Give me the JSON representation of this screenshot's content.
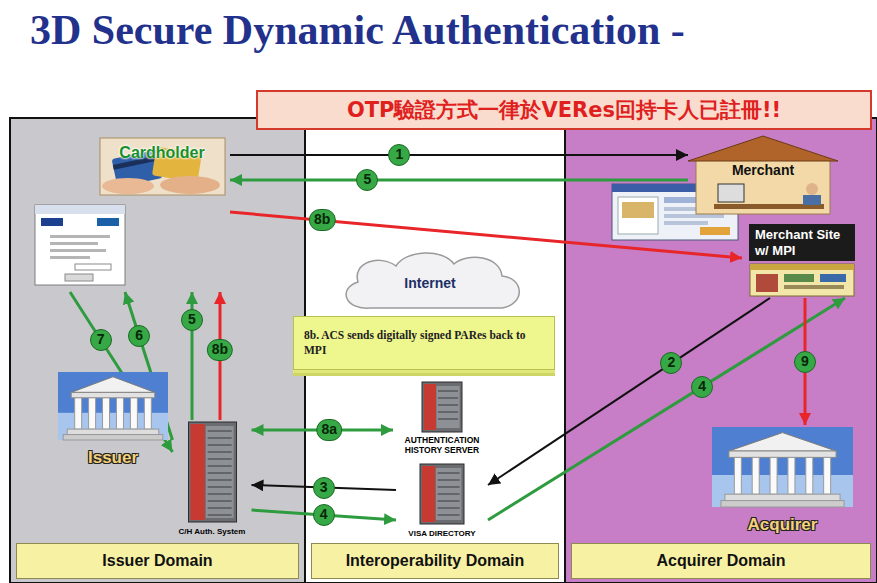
{
  "diagram": {
    "title": "3D Secure Dynamic Authentication -",
    "nodes": [
      {
        "text": [
          "OTP驗證方式一律於VERes回持卡人已註冊!!"
        ]
      },
      {
        "text": [
          "Issuer Domain"
        ]
      },
      {
        "text": [
          "Interoperability Domain"
        ]
      },
      {
        "text": [
          "Acquirer Domain"
        ]
      },
      {
        "text": [
          "Cardholder"
        ],
        "in": 1
      },
      {
        "text": [
          "Issuer"
        ],
        "in": 1
      },
      {
        "text": [
          "C/H Auth. System"
        ],
        "in": 1
      },
      {
        "text": [
          "Internet"
        ],
        "in": 2
      },
      {
        "text": [
          "8b. ACS sends digitally signed PARes back to MPI"
        ]
      },
      {
        "text": [
          "AUTHENTICATION HISTORY SERVER"
        ],
        "in": 2
      },
      {
        "text": [
          "VISA DIRECTORY"
        ],
        "in": 2
      },
      {
        "text": [
          "Merchant"
        ],
        "in": 3
      },
      {
        "text": [
          "Merchant Site w/ MPI"
        ],
        "in": 3
      },
      {
        "text": [
          "Acquirer"
        ],
        "in": 3
      }
    ],
    "edges": [
      {
        "from": 4,
        "to": 11,
        "label": "1",
        "arrow": "to"
      },
      {
        "from": 11,
        "to": 4,
        "label": "5",
        "arrow": "to"
      },
      {
        "from": 4,
        "to": 12,
        "label": "8b",
        "arrow": "to"
      },
      {
        "from": 6,
        "to": 4,
        "label": "5",
        "arrow": "to"
      },
      {
        "from": 6,
        "to": 4,
        "label": "8b",
        "arrow": "to"
      },
      {
        "from": 6,
        "to": 4,
        "label": "6",
        "arrow": "to"
      },
      {
        "from": 4,
        "to": 6,
        "label": "7",
        "arrow": "to"
      },
      {
        "from": 6,
        "to": 9,
        "label": "8a",
        "arrow": "both"
      },
      {
        "from": 10,
        "to": 6,
        "label": "3",
        "arrow": "to"
      },
      {
        "from": 6,
        "to": 10,
        "label": "4",
        "arrow": "to"
      },
      {
        "from": 12,
        "to": 10,
        "label": "2",
        "arrow": "to"
      },
      {
        "from": 10,
        "to": 12,
        "label": "4",
        "arrow": "to"
      },
      {
        "from": 12,
        "to": 13,
        "label": "9",
        "arrow": "to"
      }
    ]
  }
}
